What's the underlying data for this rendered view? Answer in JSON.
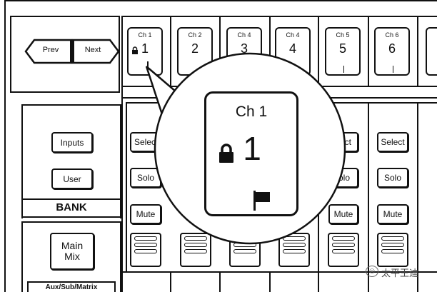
{
  "nav": {
    "prev_label": "Prev",
    "next_label": "Next"
  },
  "channels": [
    {
      "label": "Ch 1",
      "number": "1"
    },
    {
      "label": "Ch 2",
      "number": "2"
    },
    {
      "label": "Ch 4",
      "number": "3"
    },
    {
      "label": "Ch 4",
      "number": "4"
    },
    {
      "label": "Ch 5",
      "number": "5"
    },
    {
      "label": "Ch 6",
      "number": "6"
    }
  ],
  "left_panel": {
    "inputs_label": "Inputs",
    "user_label": "User",
    "bank_label": "BANK",
    "main_mix_line1": "Main",
    "main_mix_line2": "Mix",
    "aux_label": "Aux/Sub/Matrix"
  },
  "strip_buttons": {
    "select_label": "Select",
    "solo_label": "Solo",
    "mute_label": "Mute"
  },
  "visible_strip_labels": {
    "col1_select": "Selec",
    "col1_solo": "Solo",
    "col1_mute": "Mute",
    "col5_select": "ect",
    "col5_solo": "olo",
    "col5_mute": "Mute",
    "col6_select": "Select",
    "col6_solo": "Solo",
    "col6_mute": "Mute"
  },
  "callout": {
    "label": "Ch 1",
    "number": "1"
  },
  "watermark": "太平王迪"
}
